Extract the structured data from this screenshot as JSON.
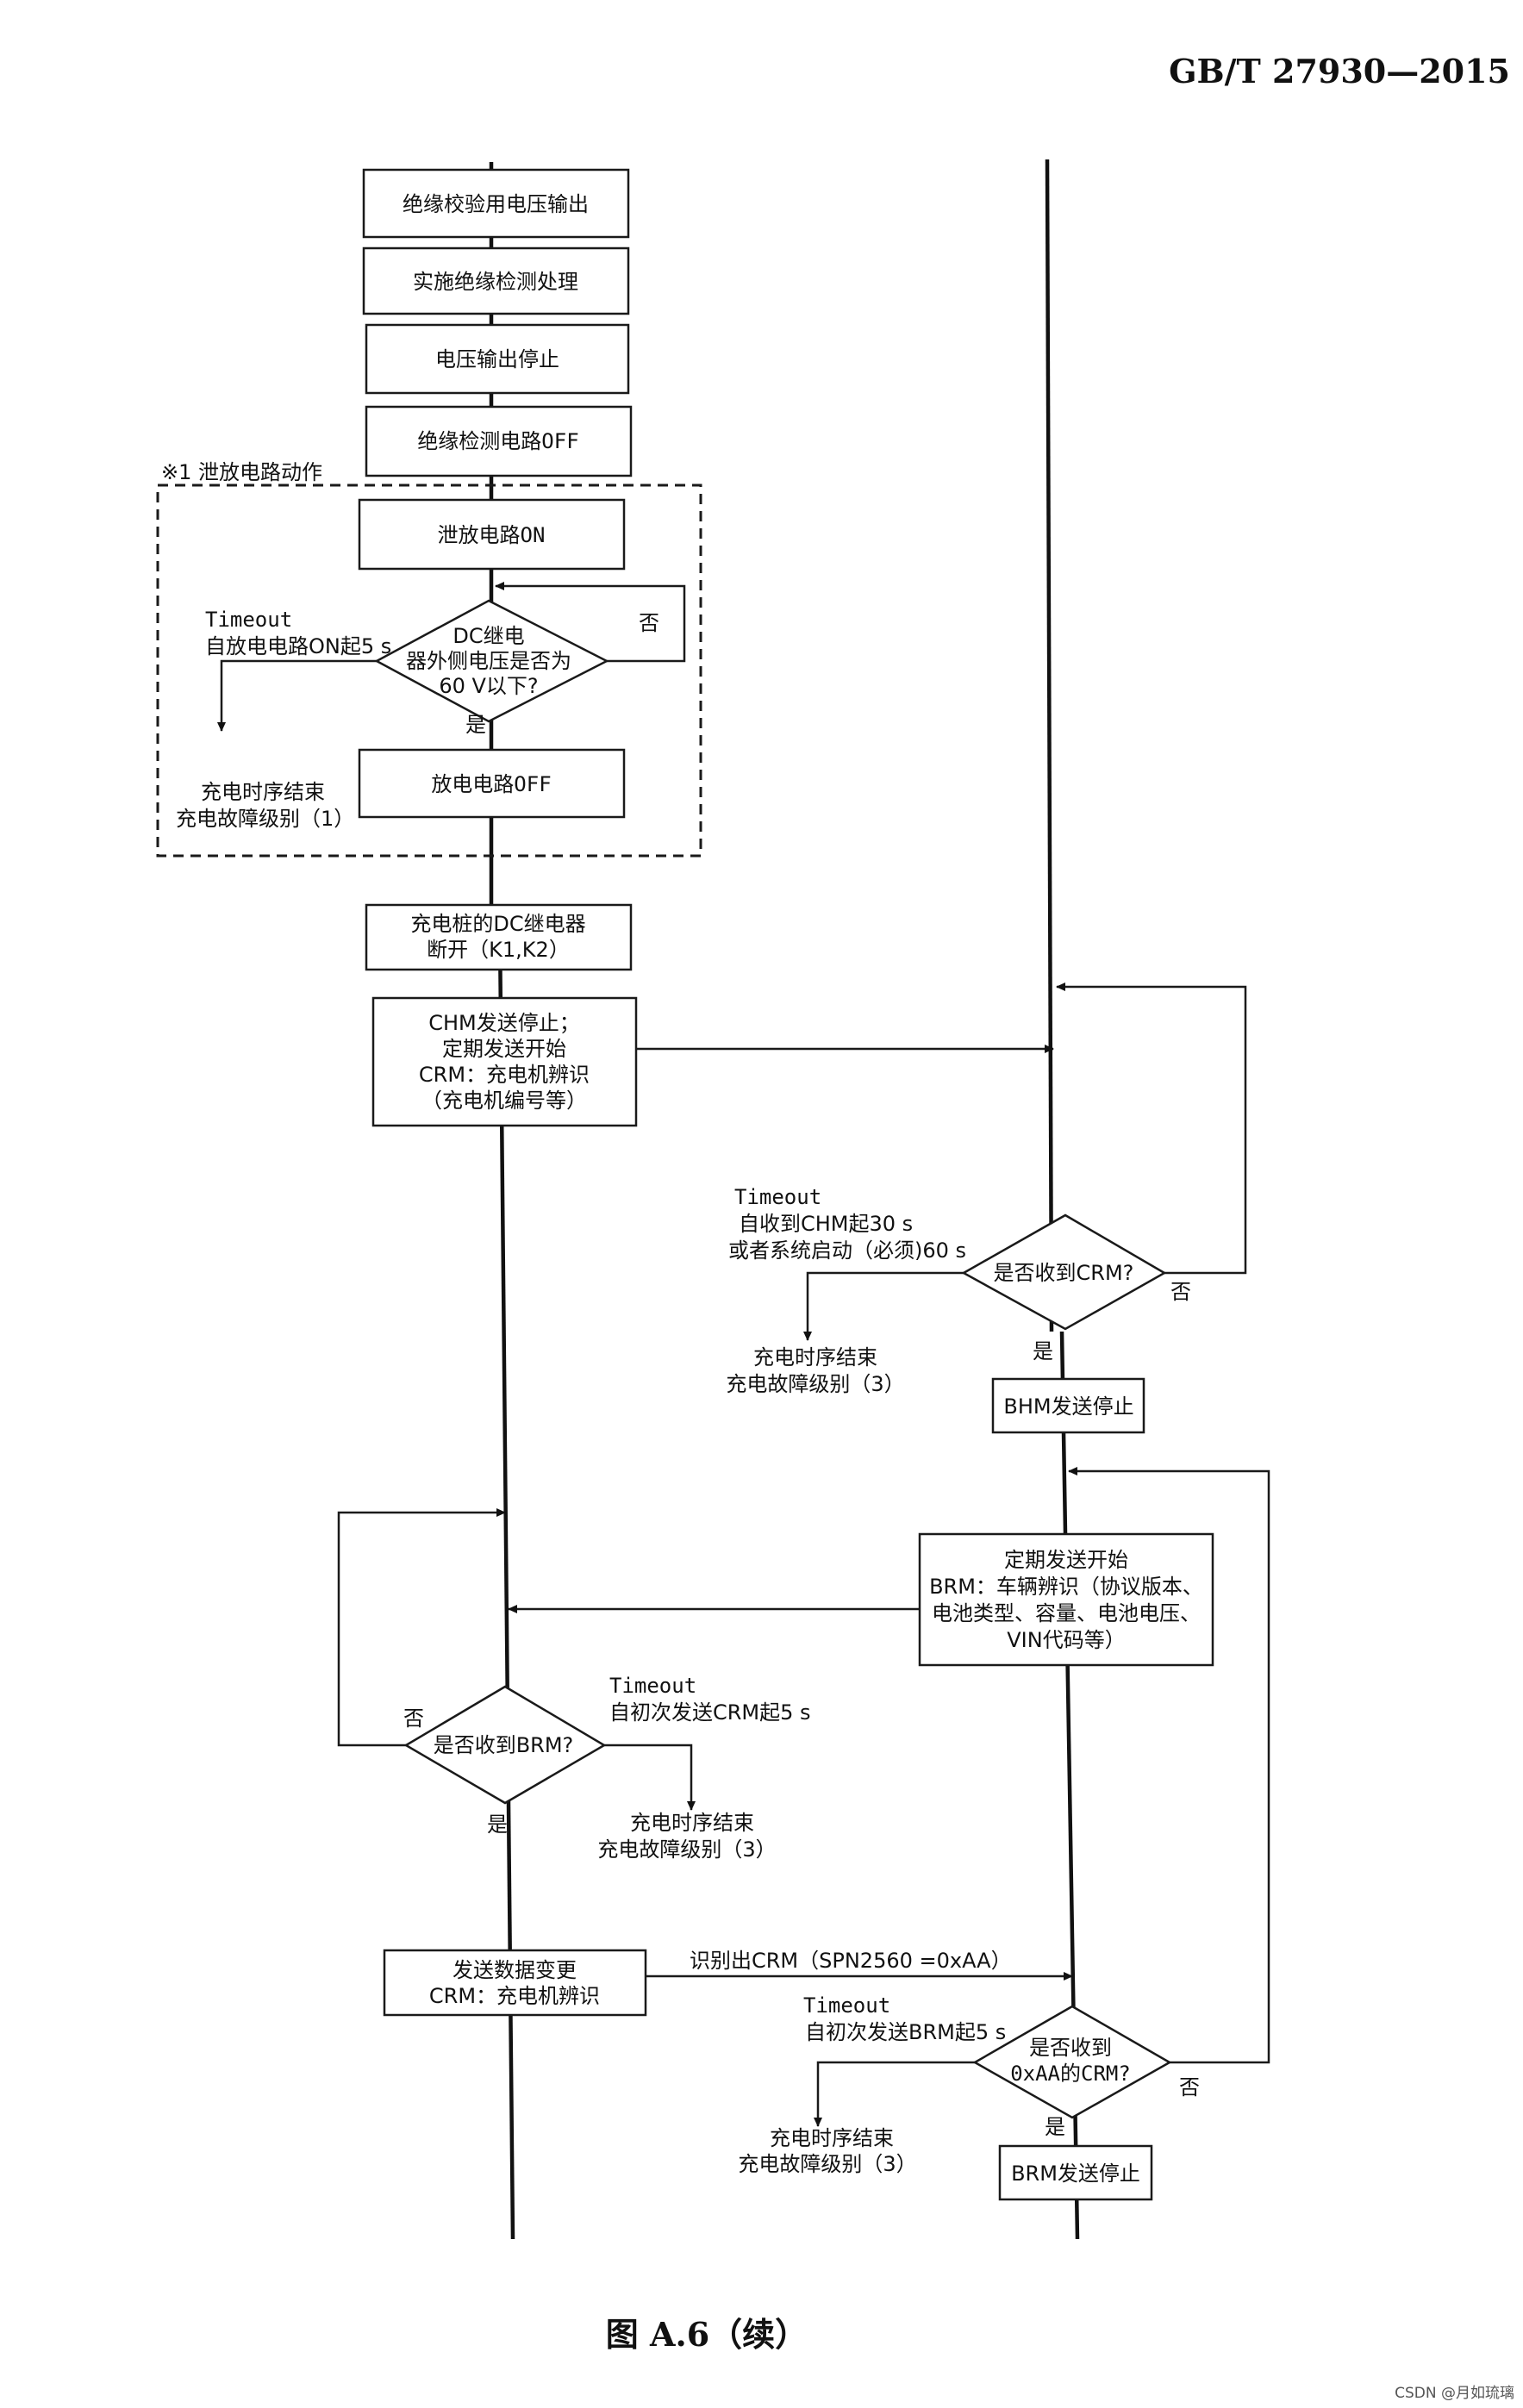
{
  "header": {
    "standard_code": "GB/T 27930—2015"
  },
  "caption": "图 A.6（续）",
  "watermark": "CSDN @月如琉璃",
  "discharge_region": {
    "label": "※1  泄放电路动作"
  },
  "boxes": {
    "insulation_voltage_output": "绝缘校验用电压输出",
    "insulation_detection": "实施绝缘检测处理",
    "voltage_output_stop": "电压输出停止",
    "insulation_circuit_off": "绝缘检测电路OFF",
    "discharge_on": "泄放电路ON",
    "discharge_off": "放电电路OFF",
    "dc_relay_open": {
      "line1": "充电桩的DC继电器",
      "line2": "断开（K1,K2）"
    },
    "chm_stop_crm_start": {
      "line1": "CHM发送停止；",
      "line2": "定期发送开始",
      "line3": "CRM：充电机辨识",
      "line4": "（充电机编号等）"
    },
    "bhm_stop": "BHM发送停止",
    "brm_start": {
      "line1": "定期发送开始",
      "line2": "BRM：车辆辨识（协议版本、",
      "line3": "电池类型、容量、电池电压、",
      "line4": "VIN代码等）"
    },
    "send_data_change": {
      "line1": "发送数据变更",
      "line2": "CRM：充电机辨识"
    },
    "brm_stop": "BRM发送停止"
  },
  "decisions": {
    "dc_voltage_check": {
      "line1": "DC继电",
      "line2": "器外侧电压是否为",
      "line3": "60 V以下?",
      "yes": "是",
      "no": "否"
    },
    "crm_received": {
      "text": "是否收到CRM?",
      "yes": "是",
      "no": "否"
    },
    "brm_received": {
      "text": "是否收到BRM?",
      "yes": "是",
      "no": "否"
    },
    "crm_aa_received": {
      "line1": "是否收到",
      "line2": "0xAA的CRM?",
      "yes": "是",
      "no": "否"
    }
  },
  "annotations": {
    "timeout_discharge": {
      "line1": "Timeout",
      "line2": "自放电电路ON起5 s"
    },
    "end_level1": {
      "line1": "充电时序结束",
      "line2": "充电故障级别（1）"
    },
    "timeout_crm": {
      "line1": "Timeout",
      "line2": "自收到CHM起30 s",
      "line3": "或者系统启动（必须)60 s"
    },
    "end_level3_a": {
      "line1": "充电时序结束",
      "line2": "充电故障级别（3）"
    },
    "timeout_brm": {
      "line1": "Timeout",
      "line2": "自初次发送CRM起5 s"
    },
    "end_level3_b": {
      "line1": "充电时序结束",
      "line2": "充电故障级别（3）"
    },
    "identify_crm": "识别出CRM（SPN2560 =0xAA）",
    "timeout_crm_aa": {
      "line1": "Timeout",
      "line2": "自初次发送BRM起5 s"
    },
    "end_level3_c": {
      "line1": "充电时序结束",
      "line2": "充电故障级别（3）"
    }
  }
}
